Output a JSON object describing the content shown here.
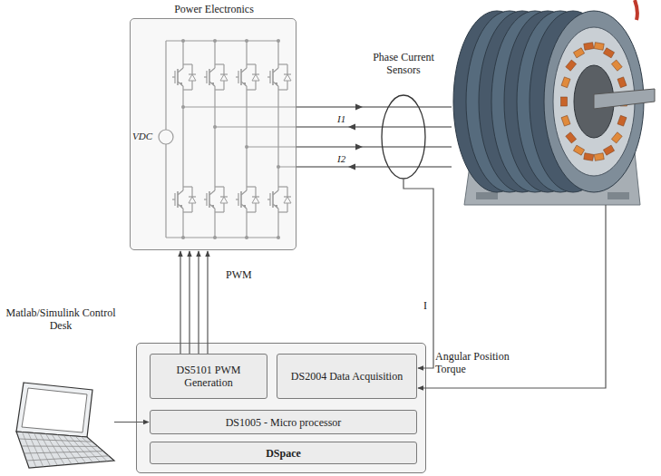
{
  "diagram": {
    "nodes": [
      {
        "text": [
          "Power Electronics"
        ]
      },
      {
        "text": [
          "Phase Current Sensors"
        ]
      },
      {
        "text": [
          "DS5101 PWM Generation"
        ]
      },
      {
        "text": [
          "DS2004 Data Acquisition"
        ]
      },
      {
        "text": [
          "DS1005 - Micro processor"
        ]
      },
      {
        "text": [
          "DSpace"
        ]
      },
      {
        "text": [
          "Matlab/Simulink Control Desk"
        ]
      }
    ],
    "edges": [
      {
        "from": 2,
        "to": 0,
        "label": "PWM",
        "arrow": "to"
      },
      {
        "from": 1,
        "to": 3,
        "label": "I",
        "arrow": "to"
      },
      {
        "from": 6,
        "to": 4,
        "arrow": "to"
      }
    ],
    "labels": [
      "VDC",
      "I1",
      "I2",
      "Angular Position Torque"
    ]
  }
}
